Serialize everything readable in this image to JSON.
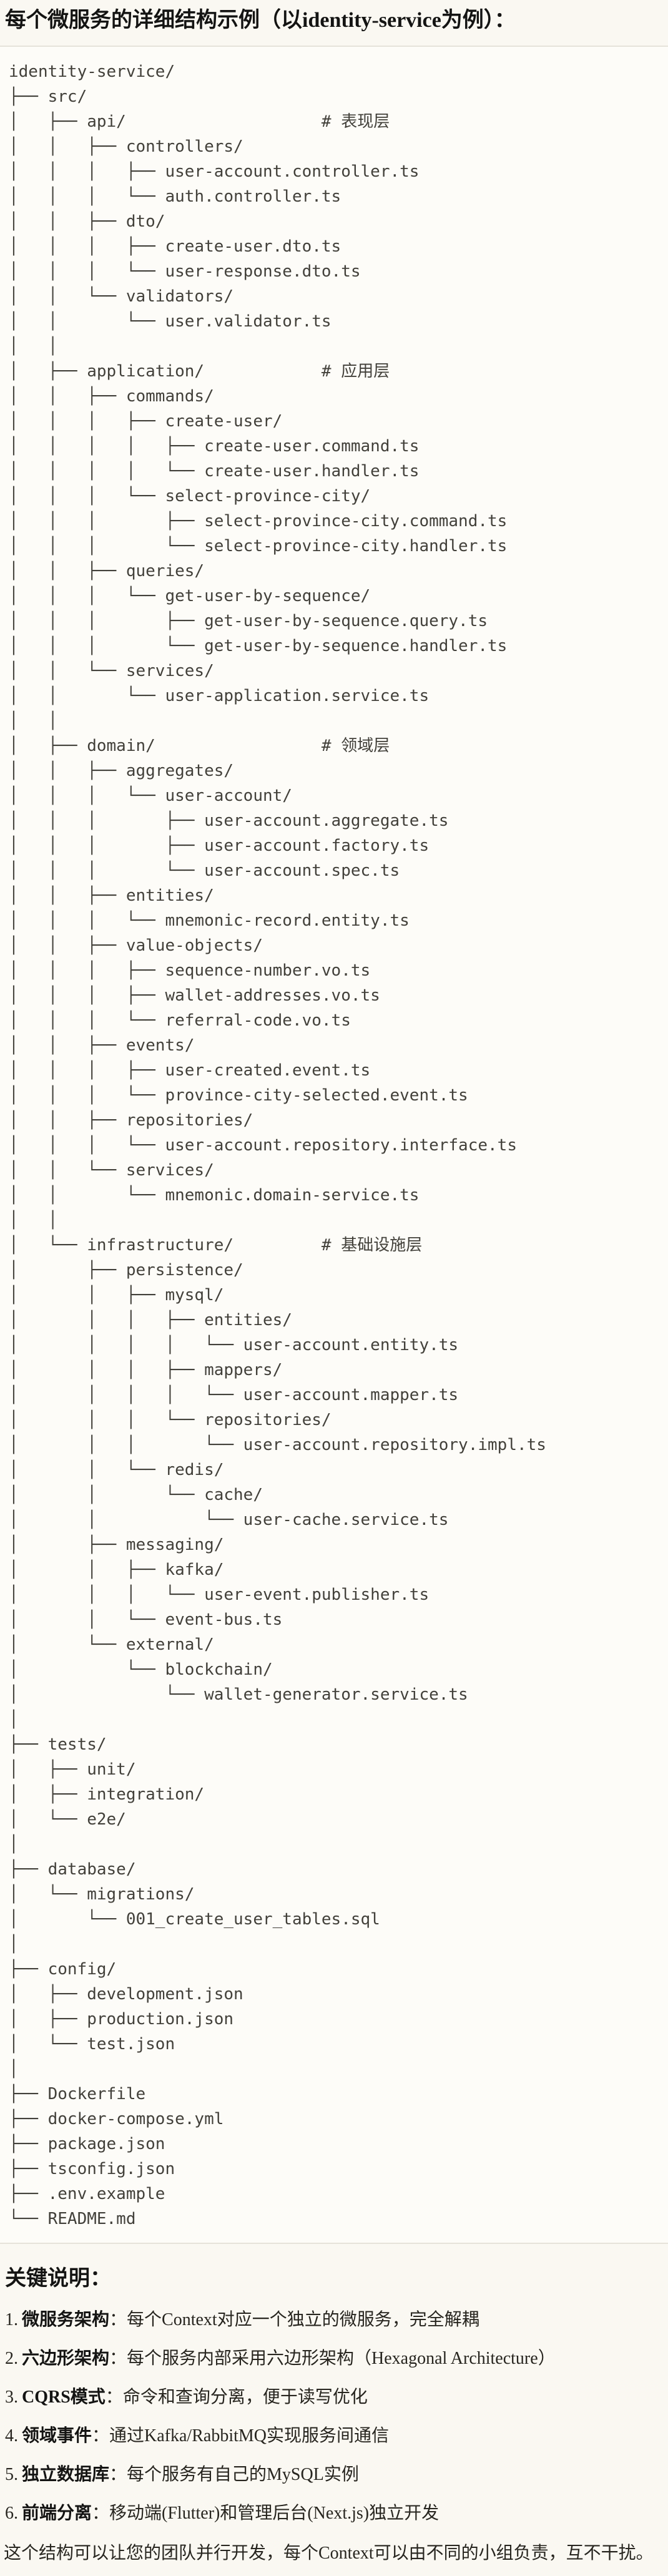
{
  "page": {
    "title": "每个微服务的详细结构示例（以identity-service为例）：",
    "bg_color": "#faf8f2",
    "code_bg_color": "#fdfcf8",
    "border_color": "#e6e3da"
  },
  "tree": {
    "lines": [
      "identity-service/",
      "├── src/",
      "│   ├── api/                    # 表现层",
      "│   │   ├── controllers/",
      "│   │   │   ├── user-account.controller.ts",
      "│   │   │   └── auth.controller.ts",
      "│   │   ├── dto/",
      "│   │   │   ├── create-user.dto.ts",
      "│   │   │   └── user-response.dto.ts",
      "│   │   └── validators/",
      "│   │       └── user.validator.ts",
      "│   │",
      "│   ├── application/            # 应用层",
      "│   │   ├── commands/",
      "│   │   │   ├── create-user/",
      "│   │   │   │   ├── create-user.command.ts",
      "│   │   │   │   └── create-user.handler.ts",
      "│   │   │   └── select-province-city/",
      "│   │   │       ├── select-province-city.command.ts",
      "│   │   │       └── select-province-city.handler.ts",
      "│   │   ├── queries/",
      "│   │   │   └── get-user-by-sequence/",
      "│   │   │       ├── get-user-by-sequence.query.ts",
      "│   │   │       └── get-user-by-sequence.handler.ts",
      "│   │   └── services/",
      "│   │       └── user-application.service.ts",
      "│   │",
      "│   ├── domain/                 # 领域层",
      "│   │   ├── aggregates/",
      "│   │   │   └── user-account/",
      "│   │   │       ├── user-account.aggregate.ts",
      "│   │   │       ├── user-account.factory.ts",
      "│   │   │       └── user-account.spec.ts",
      "│   │   ├── entities/",
      "│   │   │   └── mnemonic-record.entity.ts",
      "│   │   ├── value-objects/",
      "│   │   │   ├── sequence-number.vo.ts",
      "│   │   │   ├── wallet-addresses.vo.ts",
      "│   │   │   └── referral-code.vo.ts",
      "│   │   ├── events/",
      "│   │   │   ├── user-created.event.ts",
      "│   │   │   └── province-city-selected.event.ts",
      "│   │   ├── repositories/",
      "│   │   │   └── user-account.repository.interface.ts",
      "│   │   └── services/",
      "│   │       └── mnemonic.domain-service.ts",
      "│   │",
      "│   └── infrastructure/         # 基础设施层",
      "│       ├── persistence/",
      "│       │   ├── mysql/",
      "│       │   │   ├── entities/",
      "│       │   │   │   └── user-account.entity.ts",
      "│       │   │   ├── mappers/",
      "│       │   │   │   └── user-account.mapper.ts",
      "│       │   │   └── repositories/",
      "│       │   │       └── user-account.repository.impl.ts",
      "│       │   └── redis/",
      "│       │       └── cache/",
      "│       │           └── user-cache.service.ts",
      "│       ├── messaging/",
      "│       │   ├── kafka/",
      "│       │   │   └── user-event.publisher.ts",
      "│       │   └── event-bus.ts",
      "│       └── external/",
      "│           └── blockchain/",
      "│               └── wallet-generator.service.ts",
      "│",
      "├── tests/",
      "│   ├── unit/",
      "│   ├── integration/",
      "│   └── e2e/",
      "│",
      "├── database/",
      "│   └── migrations/",
      "│       └── 001_create_user_tables.sql",
      "│",
      "├── config/",
      "│   ├── development.json",
      "│   ├── production.json",
      "│   └── test.json",
      "│",
      "├── Dockerfile",
      "├── docker-compose.yml",
      "├── package.json",
      "├── tsconfig.json",
      "├── .env.example",
      "└── README.md"
    ]
  },
  "notes": {
    "heading": "关键说明：",
    "items": [
      {
        "num": "1.",
        "label": "微服务架构",
        "colon": "：",
        "text": "每个Context对应一个独立的微服务，完全解耦"
      },
      {
        "num": "2.",
        "label": "六边形架构",
        "colon": "：",
        "text": "每个服务内部采用六边形架构（Hexagonal Architecture）"
      },
      {
        "num": "3.",
        "label": "CQRS模式",
        "colon": "：",
        "text": "命令和查询分离，便于读写优化"
      },
      {
        "num": "4.",
        "label": "领域事件",
        "colon": "：",
        "text": "通过Kafka/RabbitMQ实现服务间通信"
      },
      {
        "num": "5.",
        "label": "独立数据库",
        "colon": "：",
        "text": "每个服务有自己的MySQL实例"
      },
      {
        "num": "6.",
        "label": "前端分离",
        "colon": "：",
        "text": "移动端(Flutter)和管理后台(Next.js)独立开发"
      }
    ],
    "footer": "这个结构可以让您的团队并行开发，每个Context可以由不同的小组负责，互不干扰。"
  }
}
